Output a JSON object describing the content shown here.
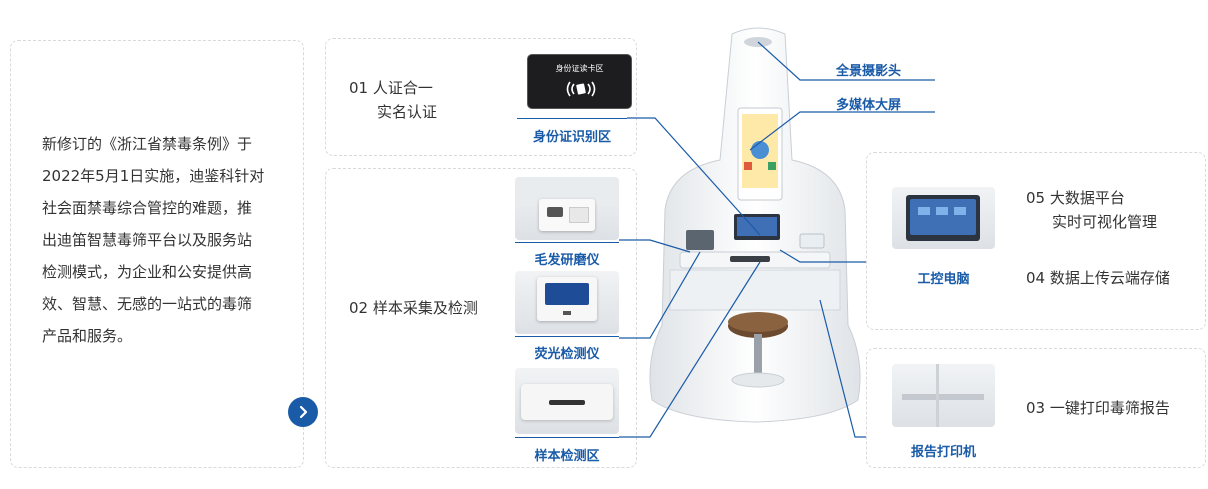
{
  "intro": {
    "lines": [
      "新修订的《浙江省禁毒条例》于",
      "2022年5月1日实施，迪鉴科针对",
      "社会面禁毒综合管控的难题，推",
      "出迪笛智慧毒筛平台以及服务站",
      "检测模式，为企业和公安提供高",
      "效、智慧、无感的一站式的毒筛",
      "产品和服务。"
    ],
    "arrow_icon": "chevron-right-icon"
  },
  "feature_id": {
    "line1": "01 人证合一",
    "line2": "实名认证",
    "card_text": "身份证读卡区",
    "caption": "身份证识别区"
  },
  "feature_sample": {
    "title": "02 样本采集及检测",
    "captions": [
      "毛发研磨仪",
      "荧光检测仪",
      "样本检测区"
    ]
  },
  "feature_pc": {
    "line1": "05 大数据平台",
    "line2": "实时可视化管理",
    "line3": "04 数据上传云端存储",
    "caption": "工控电脑"
  },
  "feature_print": {
    "title": "03 一键打印毒筛报告",
    "caption": "报告打印机"
  },
  "callouts": {
    "camera": "全景摄影头",
    "screen": "多媒体大屏"
  },
  "colors": {
    "accent": "#1a5ba8",
    "border": "#d9d9d9",
    "text": "#333333"
  }
}
